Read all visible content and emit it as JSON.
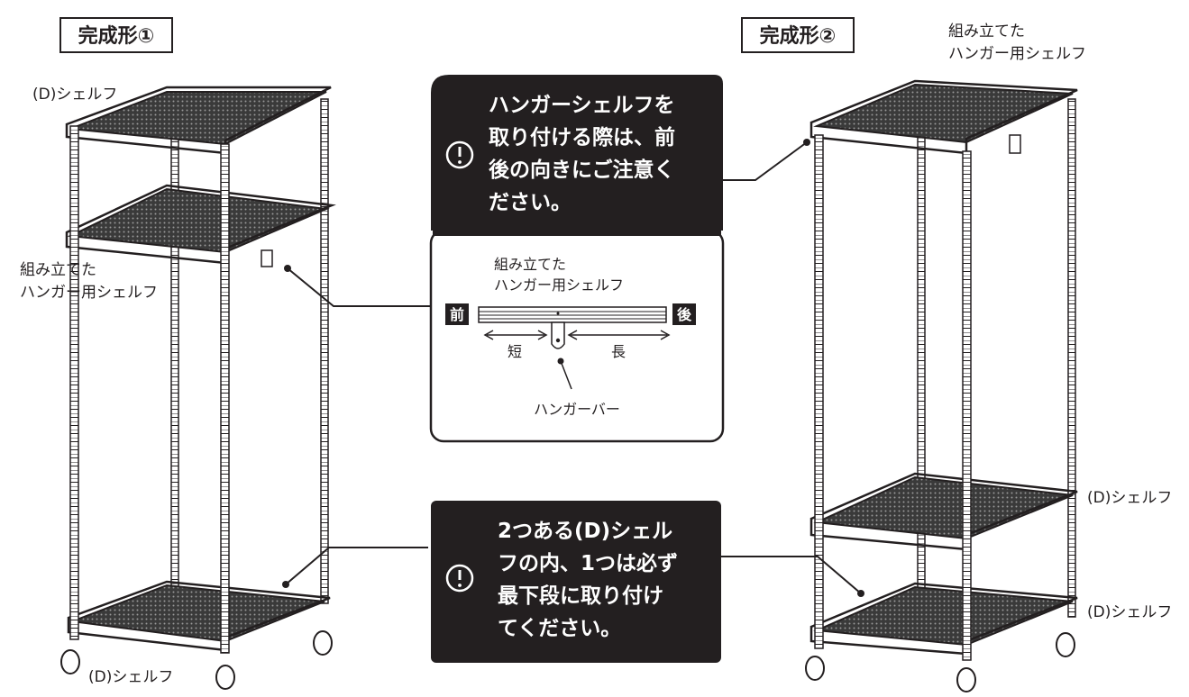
{
  "titles": {
    "form1": "完成形①",
    "form2": "完成形②"
  },
  "labels": {
    "d_shelf": "(D)シェルフ",
    "assembled_line1": "組み立てた",
    "assembled_line2": "ハンガー用シェルフ"
  },
  "notice1": {
    "icon": "exclamation-circle-icon",
    "lines": [
      "ハンガーシェルフを",
      "取り付ける際は、前",
      "後の向きにご注意く",
      "ださい。"
    ]
  },
  "notice2": {
    "icon": "exclamation-circle-icon",
    "lines": [
      "2つある(D)シェル",
      "フの内、1つは必ず",
      "最下段に取り付け",
      "てください。"
    ]
  },
  "detail": {
    "caption_line1": "組み立てた",
    "caption_line2": "ハンガー用シェルフ",
    "front": "前",
    "back": "後",
    "short": "短",
    "long": "長",
    "hanger_bar": "ハンガーバー"
  },
  "colors": {
    "ink": "#231f20",
    "panel": "#231f20",
    "paper": "#ffffff",
    "mesh": "#3a3a3a"
  }
}
